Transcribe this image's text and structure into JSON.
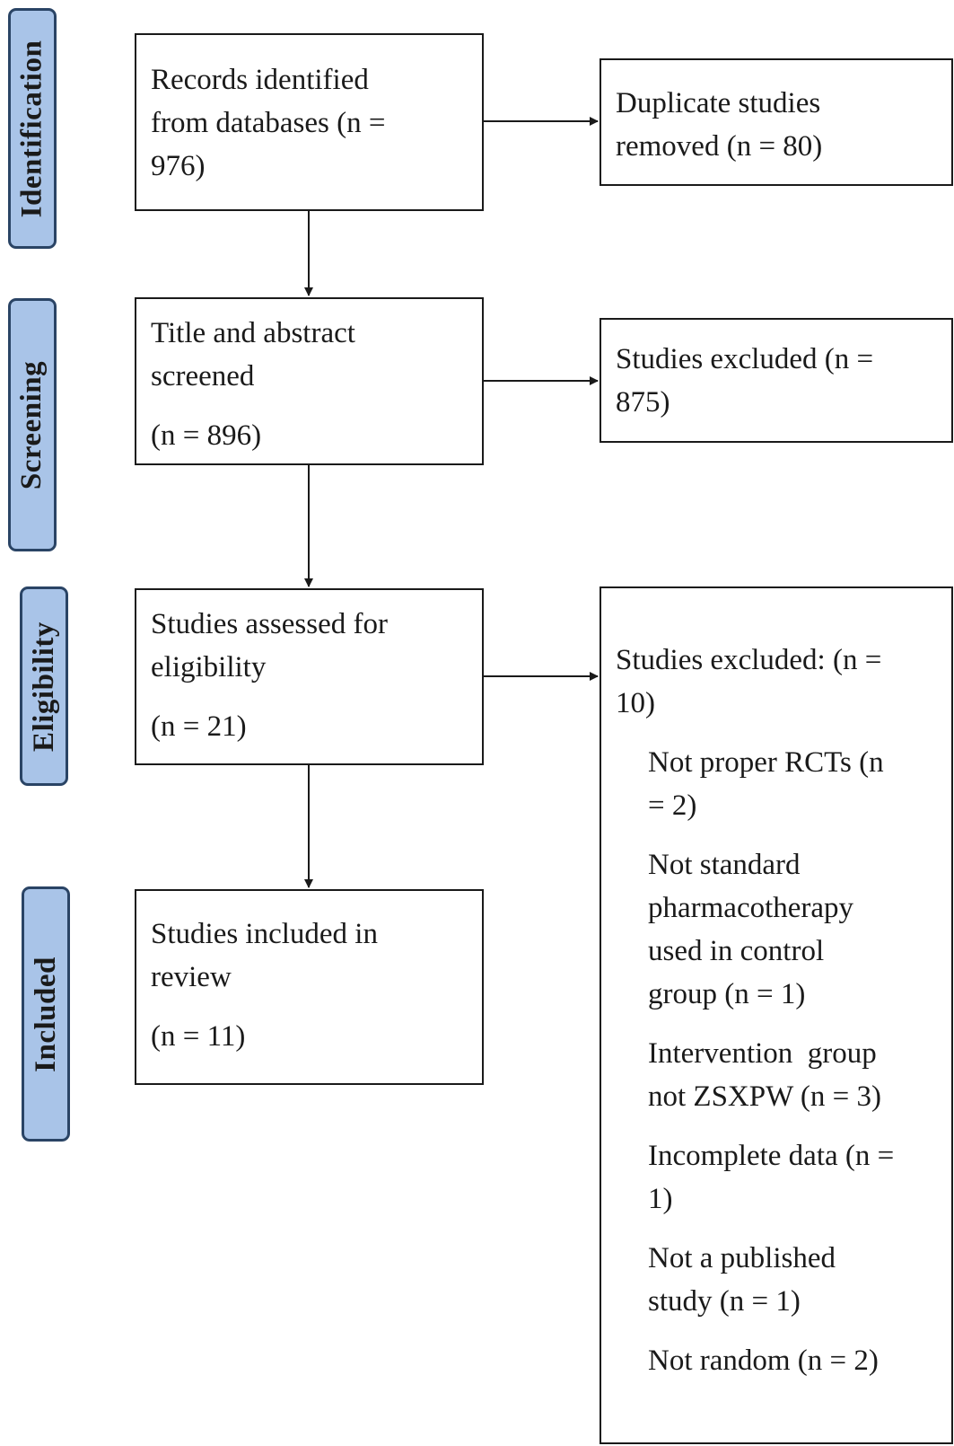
{
  "stages": {
    "identification": "Identification",
    "screening": "Screening",
    "eligibility": "Eligibility",
    "included": "Included"
  },
  "boxes": {
    "records_identified": [
      "Records identified",
      "from databases (n =",
      "976)"
    ],
    "duplicates_removed": [
      "Duplicate studies",
      "removed (n = 80)"
    ],
    "title_abstract": [
      "Title and abstract",
      "screened"
    ],
    "title_abstract_n": "(n = 896)",
    "screening_excluded": [
      "Studies excluded (n =",
      "875)"
    ],
    "assessed": [
      "Studies assessed for",
      "eligibility"
    ],
    "assessed_n": "(n = 21)",
    "included": [
      "Studies included in",
      "review"
    ],
    "included_n": "(n = 11)",
    "eligibility_excluded": {
      "heading": [
        "Studies excluded: (n =",
        "10)"
      ],
      "reasons": [
        [
          "Not proper RCTs (n",
          "= 2)"
        ],
        [
          "Not standard",
          "pharmacotherapy",
          "used in control",
          "group (n = 1)"
        ],
        [
          "Intervention  group",
          "not ZSXPW (n = 3)"
        ],
        [
          "Incomplete data (n =",
          "1)"
        ],
        [
          "Not a published",
          "study (n = 1)"
        ],
        [
          "Not random (n = 2)"
        ]
      ]
    }
  }
}
